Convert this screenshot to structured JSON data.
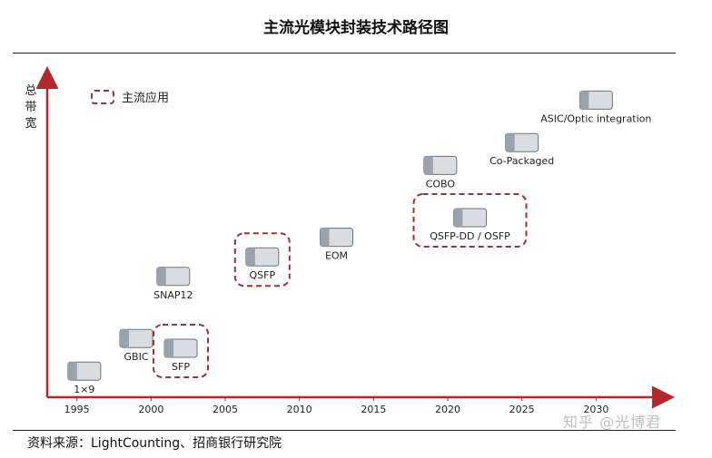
{
  "title": "主流光模块封装技术路径图",
  "y_axis_label": "总带宽",
  "legend_label": "主流应用",
  "source": "资料来源：LightCounting、招商银行研究院",
  "watermark": "知乎 @光博君",
  "colors": {
    "axis": "#b5272f",
    "highlight": "#a3303a"
  },
  "chart_data": {
    "type": "scatter",
    "title": "主流光模块封装技术路径图",
    "xlabel": "",
    "ylabel": "总带宽",
    "x_ticks": [
      1995,
      2000,
      2005,
      2010,
      2015,
      2020,
      2025,
      2030
    ],
    "xlim": [
      1993,
      2035
    ],
    "ylim": [
      0,
      10
    ],
    "points": [
      {
        "label": "1×9",
        "x": 1995.5,
        "y": 0.8,
        "mainstream": false
      },
      {
        "label": "GBIC",
        "x": 1999.0,
        "y": 1.8,
        "mainstream": false
      },
      {
        "label": "SFP",
        "x": 2002.0,
        "y": 1.5,
        "mainstream": true
      },
      {
        "label": "SNAP12",
        "x": 2001.5,
        "y": 3.7,
        "mainstream": false
      },
      {
        "label": "QSFP",
        "x": 2007.5,
        "y": 4.3,
        "mainstream": true
      },
      {
        "label": "EOM",
        "x": 2012.5,
        "y": 4.9,
        "mainstream": false
      },
      {
        "label": "QSFP-DD / OSFP",
        "x": 2021.5,
        "y": 5.5,
        "mainstream": true
      },
      {
        "label": "COBO",
        "x": 2019.5,
        "y": 7.1,
        "mainstream": false
      },
      {
        "label": "Co-Packaged",
        "x": 2025.0,
        "y": 7.8,
        "mainstream": false
      },
      {
        "label": "ASIC/Optic integration",
        "x": 2030.0,
        "y": 9.1,
        "mainstream": false
      }
    ],
    "legend": [
      "主流应用"
    ],
    "legend_position": "top-left"
  }
}
